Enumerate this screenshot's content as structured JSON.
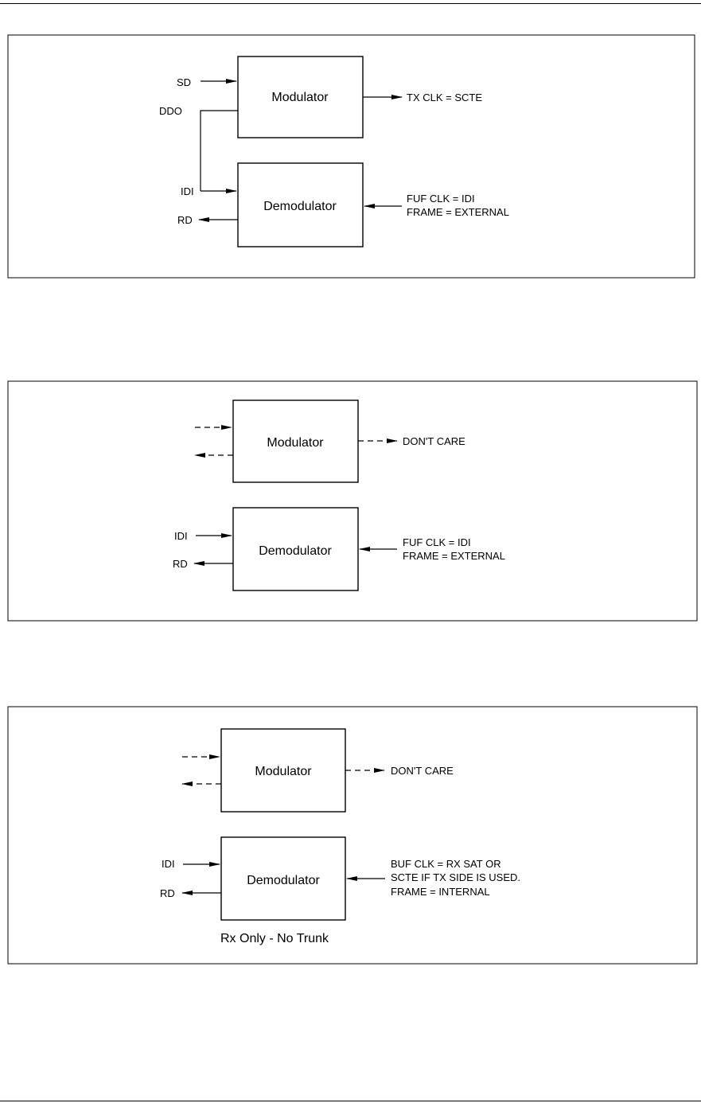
{
  "diagrams": [
    {
      "modulator": "Modulator",
      "demodulator": "Demodulator",
      "sd": "SD",
      "ddo": "DDO",
      "idi": "IDI",
      "rd": "RD",
      "tx_clk": "TX CLK = SCTE",
      "clk_line1": "FUF CLK = IDI",
      "clk_line2": "FRAME = EXTERNAL"
    },
    {
      "modulator": "Modulator",
      "demodulator": "Demodulator",
      "dont_care": "DON'T CARE",
      "idi": "IDI",
      "rd": "RD",
      "clk_line1": "FUF CLK = IDI",
      "clk_line2": "FRAME = EXTERNAL"
    },
    {
      "modulator": "Modulator",
      "demodulator": "Demodulator",
      "dont_care": "DON'T CARE",
      "idi": "IDI",
      "rd": "RD",
      "clk_line1": "BUF CLK = RX SAT OR",
      "clk_line2": "SCTE IF TX SIDE IS USED.",
      "clk_line3": "FRAME = INTERNAL",
      "caption": "Rx Only - No Trunk"
    }
  ]
}
